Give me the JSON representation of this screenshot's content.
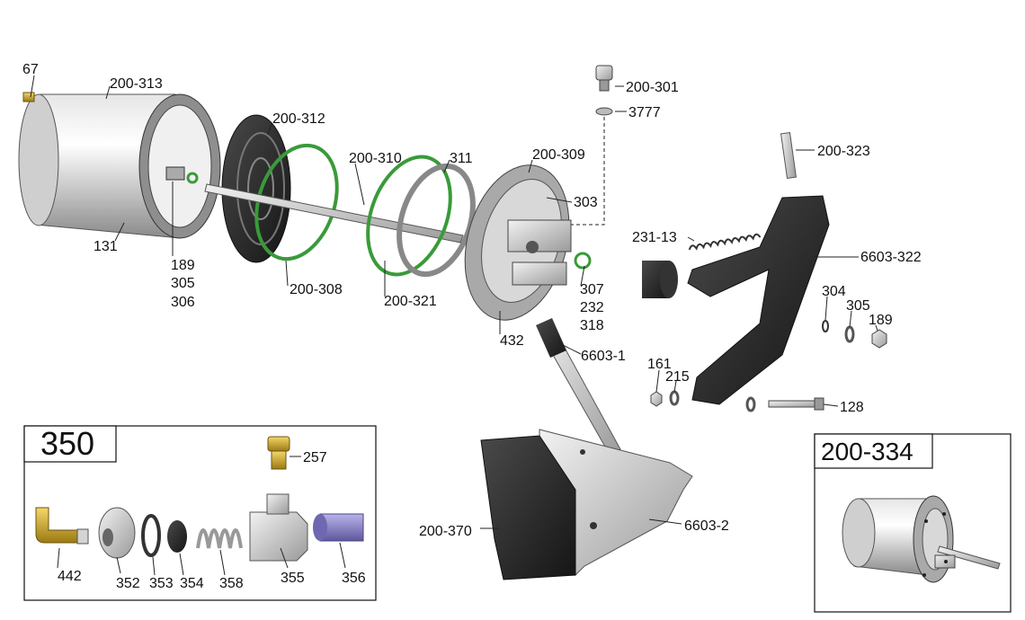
{
  "diagram": {
    "callouts": {
      "c67": "67",
      "c200_313": "200-313",
      "c200_312": "200-312",
      "c200_310": "200-310",
      "c311": "311",
      "c200_309": "200-309",
      "c303": "303",
      "c200_301": "200-301",
      "c3777": "3777",
      "c200_323": "200-323",
      "c231_13": "231-13",
      "c6603_322": "6603-322",
      "c131": "131",
      "c189a": "189",
      "c305a": "305",
      "c306": "306",
      "c200_308": "200-308",
      "c200_321": "200-321",
      "c307": "307",
      "c232": "232",
      "c318": "318",
      "c432": "432",
      "c6603_1": "6603-1",
      "c304": "304",
      "c305b": "305",
      "c189b": "189",
      "c161": "161",
      "c215": "215",
      "c128": "128",
      "c200_370": "200-370",
      "c6603_2": "6603-2"
    },
    "inset_350": {
      "title": "350",
      "c257": "257",
      "c442": "442",
      "c352": "352",
      "c353": "353",
      "c354": "354",
      "c358": "358",
      "c355": "355",
      "c356": "356"
    },
    "inset_200_334": {
      "title": "200-334"
    }
  },
  "colors": {
    "green_oring": "#3a9a3a",
    "dark_part": "#2b2b2b",
    "metal": "#bfbfbf",
    "brass": "#c9a227",
    "purple": "#8a84c4"
  }
}
